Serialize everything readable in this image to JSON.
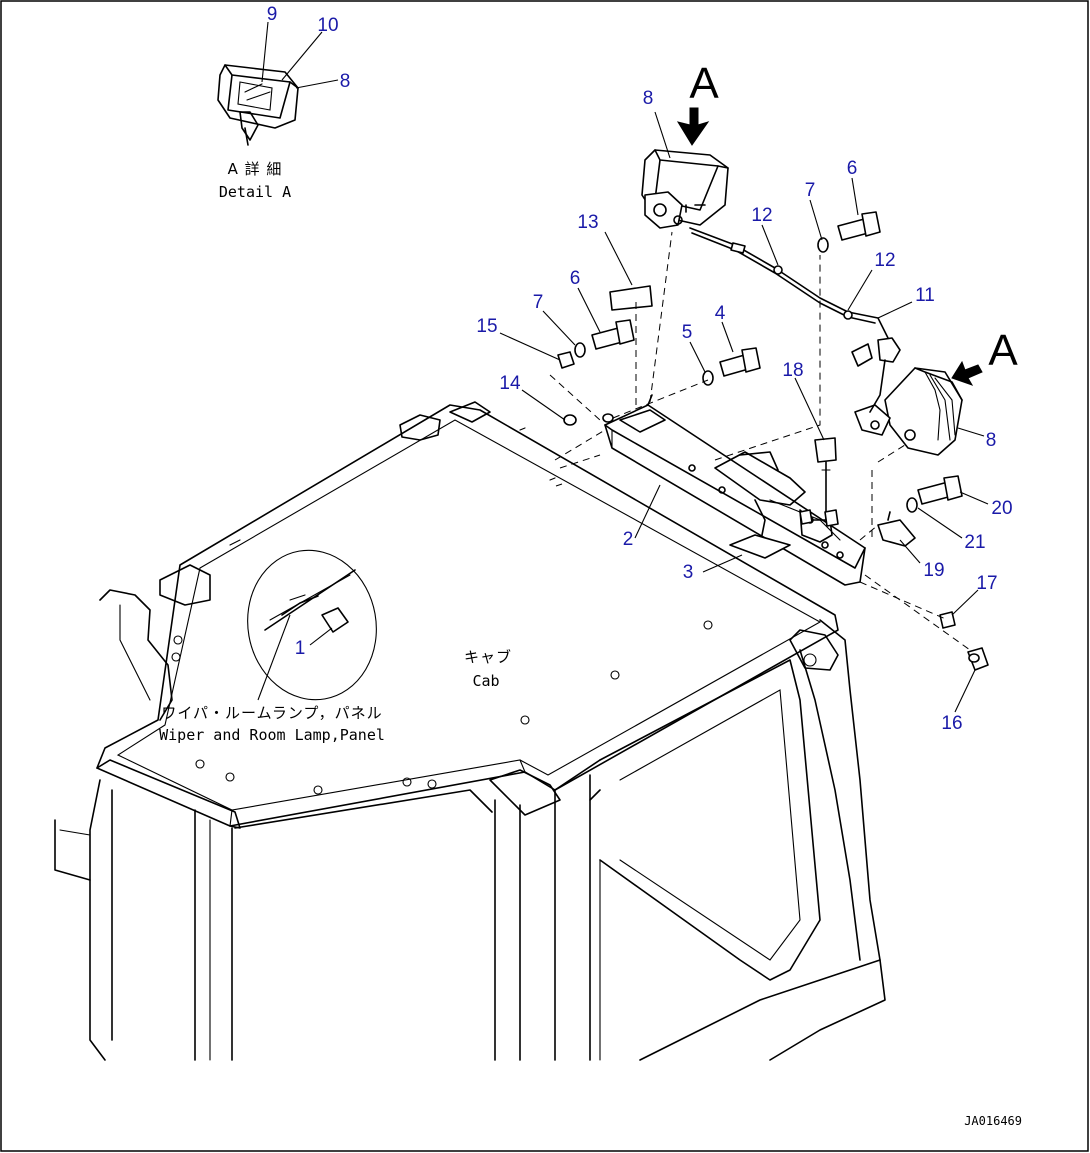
{
  "callouts": [
    {
      "id": "c1",
      "text": "1"
    },
    {
      "id": "c2",
      "text": "2"
    },
    {
      "id": "c3",
      "text": "3"
    },
    {
      "id": "c4",
      "text": "4"
    },
    {
      "id": "c5",
      "text": "5"
    },
    {
      "id": "c6a",
      "text": "6"
    },
    {
      "id": "c6b",
      "text": "6"
    },
    {
      "id": "c7a",
      "text": "7"
    },
    {
      "id": "c7b",
      "text": "7"
    },
    {
      "id": "c8a",
      "text": "8"
    },
    {
      "id": "c8b",
      "text": "8"
    },
    {
      "id": "c8c",
      "text": "8"
    },
    {
      "id": "c9",
      "text": "9"
    },
    {
      "id": "c10",
      "text": "10"
    },
    {
      "id": "c11",
      "text": "11"
    },
    {
      "id": "c12a",
      "text": "12"
    },
    {
      "id": "c12b",
      "text": "12"
    },
    {
      "id": "c13",
      "text": "13"
    },
    {
      "id": "c14",
      "text": "14"
    },
    {
      "id": "c15",
      "text": "15"
    },
    {
      "id": "c16",
      "text": "16"
    },
    {
      "id": "c17",
      "text": "17"
    },
    {
      "id": "c18",
      "text": "18"
    },
    {
      "id": "c19",
      "text": "19"
    },
    {
      "id": "c20",
      "text": "20"
    },
    {
      "id": "c21",
      "text": "21"
    }
  ],
  "view_markers": {
    "top": "A",
    "right": "A"
  },
  "detail": {
    "ja": "A 詳 細",
    "en": "Detail A"
  },
  "cab": {
    "ja": "キャブ",
    "en": "Cab"
  },
  "wiper": {
    "ja": "ワイパ・ルームランプ，パネル",
    "en": "Wiper and Room Lamp,Panel"
  },
  "drawing_code": "JA016469"
}
